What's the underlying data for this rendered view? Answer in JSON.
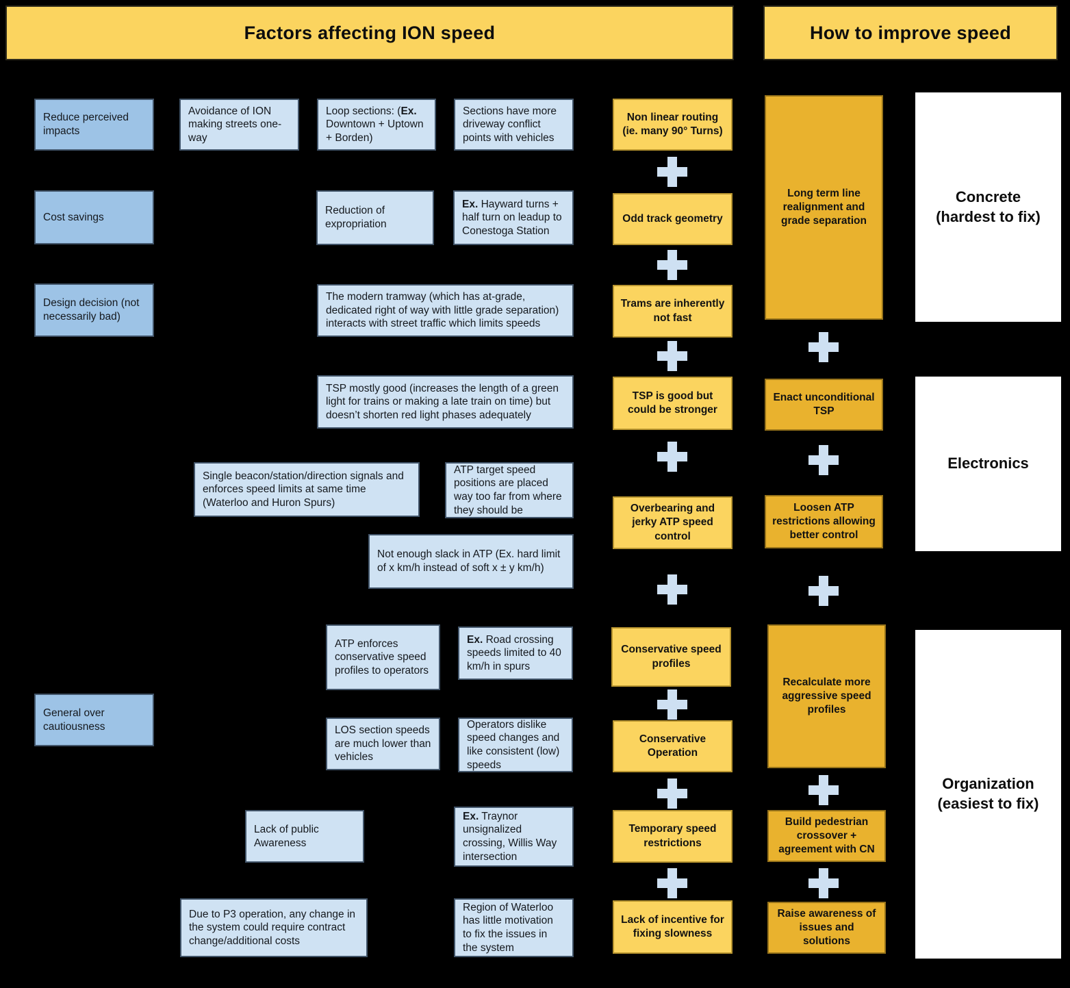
{
  "titles": {
    "factors": "Factors affecting ION speed",
    "improve": "How to improve speed"
  },
  "category_boxes": {
    "reduce_perceived_impacts": "Reduce perceived impacts",
    "cost_savings": "Cost savings",
    "design_decision": "Design decision (not necessarily bad)",
    "general_over_cautiousness": "General over cautiousness"
  },
  "detail_boxes": {
    "avoidance_one_way": "Avoidance of ION making streets one-way",
    "loop_sections": {
      "pre": "Loop sections: (",
      "bold": "Ex.",
      "post": " Downtown + Uptown + Borden)"
    },
    "sections_driveway": "Sections have more driveway conflict points with vehicles",
    "reduction_expropriation": "Reduction of expropriation",
    "hayward_turns": {
      "pre": "",
      "bold": "Ex.",
      "post": " Hayward turns + half turn on leadup to Conestoga Station"
    },
    "modern_tramway": "The modern tramway (which has at-grade, dedicated right of way with little grade separation) interacts with street traffic which limits speeds",
    "tsp_mostly_good": "TSP mostly good (increases the length of a green light for trains or making a late train on time) but doesn’t shorten red light phases adequately",
    "single_beacon": "Single beacon/station/direction signals and enforces speed limits at same time (Waterloo and Huron Spurs)",
    "atp_target": "ATP target speed positions are placed way too far from where they should be",
    "not_enough_slack": "Not enough slack in ATP (Ex. hard limit of x km/h instead of soft x ± y km/h)",
    "atp_enforces": "ATP enforces conservative speed profiles to operators",
    "road_crossing": {
      "pre": "",
      "bold": "Ex.",
      "post": " Road crossing speeds limited to 40 km/h in spurs"
    },
    "los_section": "LOS section speeds are much lower than vehicles",
    "operators_dislike": "Operators dislike speed changes and like consistent (low) speeds",
    "lack_public_awareness": "Lack of public Awareness",
    "traynor": {
      "pre": "",
      "bold": "Ex.",
      "post": " Traynor unsignalized crossing, Willis Way intersection"
    },
    "due_p3": "Due to P3 operation, any change in the system could require contract change/additional costs",
    "region_waterlooo": "Region of Waterloo has little motivation to fix the issues in the system"
  },
  "factor_boxes": {
    "non_linear_routing": "Non linear routing (ie. many 90° Turns)",
    "odd_track_geometry": "Odd track geometry",
    "trams_not_fast": "Trams are inherently not fast",
    "tsp_good_stronger": "TSP is good but could be stronger",
    "overbearing_atp": "Overbearing and jerky ATP speed control",
    "conservative_profiles": "Conservative speed profiles",
    "conservative_operation": "Conservative Operation",
    "temporary_restrictions": "Temporary speed restrictions",
    "lack_incentive": "Lack of incentive for fixing slowness"
  },
  "solution_boxes": {
    "long_term_realignment": "Long term line realignment and grade separation",
    "enact_tsp": "Enact unconditional TSP",
    "loosen_atp": "Loosen ATP restrictions allowing better control",
    "recalculate_profiles": "Recalculate more aggressive speed profiles",
    "build_crossover": "Build pedestrian crossover + agreement with CN",
    "raise_awareness": "Raise awareness of issues and solutions"
  },
  "difficulty_boxes": {
    "concrete": {
      "line1": "Concrete",
      "line2": "(hardest to fix)"
    },
    "electronics": {
      "line1": "Electronics"
    },
    "organization": {
      "line1": "Organization",
      "line2": "(easiest to fix)"
    }
  },
  "connector": {
    "symbol": "+"
  },
  "colors": {
    "background": "#000000",
    "header_yellow": "#FBD45F",
    "factor_yellow": "#FBD45F",
    "solution_gold": "#E9B22E",
    "category_blue": "#9DC3E6",
    "detail_blue": "#CFE2F3",
    "plus_blue": "#CEE0F2",
    "difficulty_white": "#FFFFFF"
  }
}
